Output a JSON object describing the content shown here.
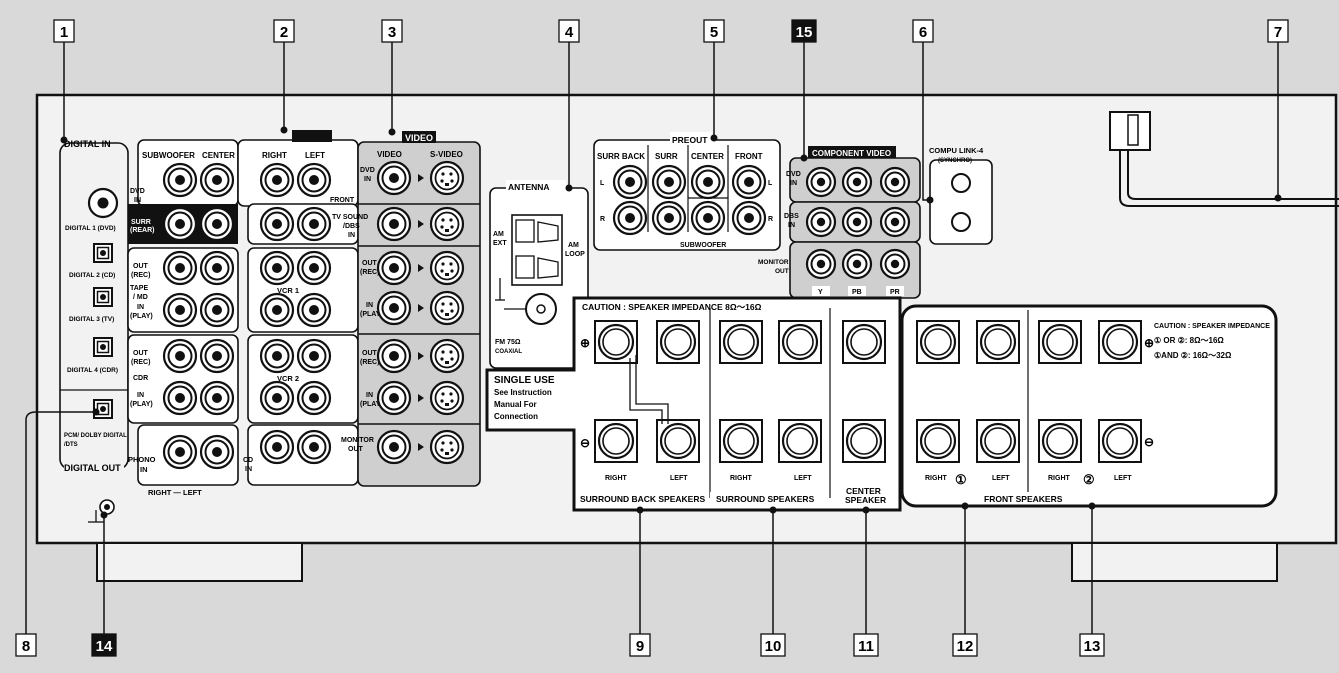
{
  "callouts": [
    {
      "id": "c1",
      "label": "1"
    },
    {
      "id": "c2",
      "label": "2"
    },
    {
      "id": "c3",
      "label": "3"
    },
    {
      "id": "c4",
      "label": "4"
    },
    {
      "id": "c5",
      "label": "5"
    },
    {
      "id": "c15",
      "label": "15"
    },
    {
      "id": "c6",
      "label": "6"
    },
    {
      "id": "c7",
      "label": "7"
    },
    {
      "id": "c8",
      "label": "8"
    },
    {
      "id": "c14",
      "label": "14"
    },
    {
      "id": "c9",
      "label": "9"
    },
    {
      "id": "c10",
      "label": "10"
    },
    {
      "id": "c11",
      "label": "11"
    },
    {
      "id": "c12",
      "label": "12"
    },
    {
      "id": "c13",
      "label": "13"
    }
  ],
  "digital": {
    "title": "DIGITAL IN",
    "d1": "DIGITAL 1 (DVD)",
    "d2": "DIGITAL 2 (CD)",
    "d3": "DIGITAL 3 (TV)",
    "d4": "DIGITAL 4 (CDR)",
    "pcm1": "PCM/ DOLBY DIGITAL",
    "pcm2": "/DTS",
    "out": "DIGITAL OUT"
  },
  "audio": {
    "title": "AUDIO",
    "subwoofer": "SUBWOOFER",
    "center": "CENTER",
    "right": "RIGHT",
    "left": "LEFT",
    "front": "FRONT",
    "dvd": "DVD",
    "in": "IN",
    "surr": "SURR",
    "rear": "(REAR)",
    "out": "OUT",
    "rec": "(REC)",
    "tape": "TAPE",
    "md": "/ MD",
    "play": "(PLAY)",
    "cdr": "CDR",
    "phono": "PHONO",
    "phono_in": "IN",
    "phono_rl": "RIGHT — LEFT",
    "cd": "CD",
    "cd_in": "IN"
  },
  "video": {
    "title": "VIDEO",
    "video": "VIDEO",
    "svideo": "S-VIDEO",
    "dvd_in": "DVD",
    "dvd_in2": "IN",
    "tv": "TV SOUND",
    "dbs": "/DBS",
    "tv_in": "IN",
    "vcr1": "VCR 1",
    "vcr2": "VCR 2",
    "out": "OUT",
    "rec": "(REC)",
    "in": "IN",
    "play": "(PLAY)",
    "monitor": "MONITOR",
    "mon_out": "OUT"
  },
  "antenna": {
    "title": "ANTENNA",
    "am_ext1": "AM",
    "am_ext2": "EXT",
    "am_loop1": "AM",
    "am_loop2": "LOOP",
    "fm": "FM 75Ω",
    "coax": "COAXIAL"
  },
  "preout": {
    "title": "PREOUT",
    "surr_back": "SURR BACK",
    "surr": "SURR",
    "center": "CENTER",
    "front": "FRONT",
    "l": "L",
    "r": "R",
    "subwoofer": "SUBWOOFER"
  },
  "component": {
    "title": "COMPONENT VIDEO",
    "dvd": "DVD",
    "dvd_in": "IN",
    "dbs": "DBS",
    "dbs_in": "IN",
    "monitor": "MONITOR",
    "mon_out": "OUT",
    "y": "Y",
    "pb": "PB",
    "pr": "PR"
  },
  "compulink": {
    "title": "COMPU LINK-4",
    "sub": "(SYNCHRO)"
  },
  "speakers": {
    "caution": "CAUTION : SPEAKER  IMPEDANCE 8Ω～16Ω",
    "single1": "SINGLE USE",
    "single2": "See Instruction",
    "single3": "Manual For",
    "single4": "Connection",
    "right": "RIGHT",
    "left": "LEFT",
    "surround_back": "SURROUND BACK SPEAKERS",
    "surround": "SURROUND SPEAKERS",
    "center1": "CENTER",
    "center2": "SPEAKER",
    "front": "FRONT SPEAKERS",
    "front_caution": "CAUTION : SPEAKER  IMPEDANCE",
    "front_or": "① OR ②:  8Ω～16Ω",
    "front_and": "①AND ②: 16Ω～32Ω",
    "one": "①",
    "two": "②"
  }
}
